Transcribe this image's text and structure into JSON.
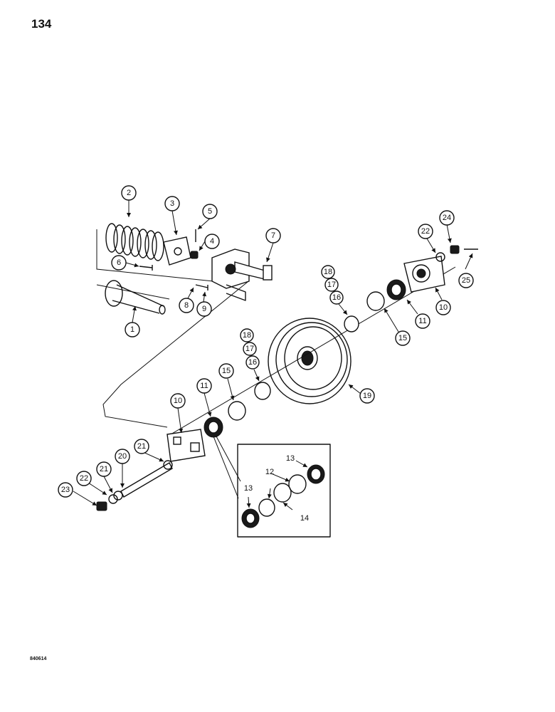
{
  "page": {
    "number": "134",
    "drawing_code": "840614"
  },
  "callouts": [
    "1",
    "2",
    "3",
    "4",
    "5",
    "6",
    "7",
    "8",
    "9",
    "10",
    "10",
    "11",
    "11",
    "12",
    "13",
    "13",
    "14",
    "15",
    "15",
    "16",
    "16",
    "17",
    "17",
    "18",
    "18",
    "19",
    "20",
    "21",
    "21",
    "22",
    "22",
    "23",
    "24",
    "25"
  ]
}
